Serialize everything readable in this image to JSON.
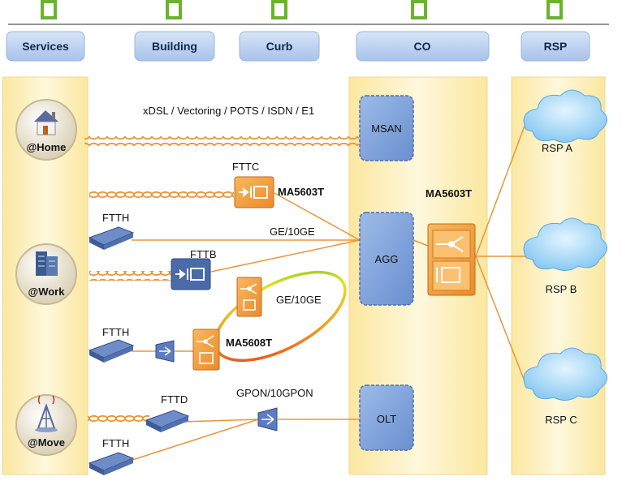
{
  "header": {
    "labels": [
      "Services",
      "Building",
      "Curb",
      "CO",
      "RSP"
    ]
  },
  "colors": {
    "header_box": "#b8cff0",
    "marker": "#6ab42d",
    "column_fill": "#fdf3c4",
    "cable": "#e8963a",
    "link": "#e8963a",
    "device_orange": "#f29a3a",
    "node_blue": "#7fa3dc",
    "cloud": "#9ad0f5"
  },
  "services": {
    "home": "@Home",
    "work": "@Work",
    "move": "@Move"
  },
  "labels": {
    "access_tech": "xDSL / Vectoring / POTS / ISDN / E1",
    "fttc": "FTTC",
    "ma5603t_curb": "MA5603T",
    "ftth_1": "FTTH",
    "ge_1": "GE/10GE",
    "fttb": "FTTB",
    "ge_2": "GE/10GE",
    "ftth_2": "FTTH",
    "ma5608t": "MA5608T",
    "fttd": "FTTD",
    "gpon": "GPON/10GPON",
    "ftth_3": "FTTH",
    "ma5603t_co": "MA5603T"
  },
  "co_nodes": {
    "msan": "MSAN",
    "agg": "AGG",
    "olt": "OLT"
  },
  "rsp": {
    "a": "RSP A",
    "b": "RSP B",
    "c": "RSP C"
  }
}
